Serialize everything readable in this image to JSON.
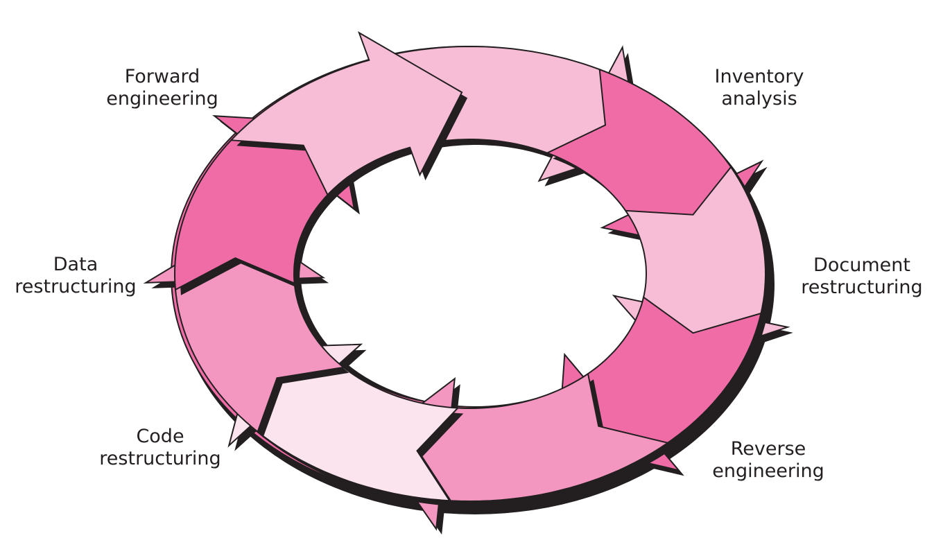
{
  "diagram": {
    "colors": {
      "ring": "#f06ca6",
      "outline": "#231f20",
      "shadow": "#231f20",
      "background": "#ffffff"
    },
    "stages": [
      {
        "id": "inventory-analysis",
        "line1": "Inventory",
        "line2": "analysis",
        "arrow_fill": "#f7bdd6"
      },
      {
        "id": "document-restructuring",
        "line1": "Document",
        "line2": "restructuring",
        "arrow_fill": "#f06ca6"
      },
      {
        "id": "reverse-engineering",
        "line1": "Reverse",
        "line2": "engineering",
        "arrow_fill": "#f397c0"
      },
      {
        "id": "code-restructuring",
        "line1": "Code",
        "line2": "restructuring",
        "arrow_fill": "#fce4ef"
      },
      {
        "id": "data-restructuring",
        "line1": "Data",
        "line2": "restructuring",
        "arrow_fill": "#f397c0"
      },
      {
        "id": "forward-engineering",
        "line1": "Forward",
        "line2": "engineering",
        "arrow_fill": "#f06ca6"
      }
    ],
    "top_arrow_fill": "#f7bdd6"
  }
}
